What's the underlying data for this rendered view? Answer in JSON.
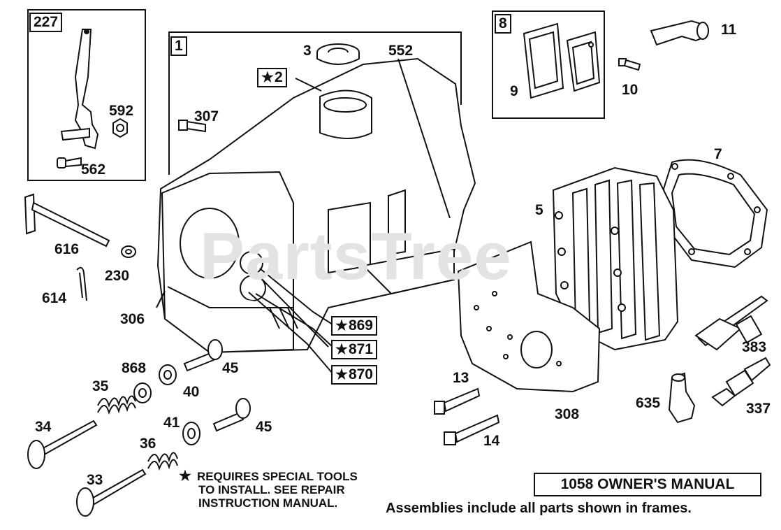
{
  "watermark": "PartsTree",
  "frames": {
    "f227": "227",
    "f1": "1",
    "f8": "8"
  },
  "parts": {
    "p3": "3",
    "p2": "2",
    "p552": "552",
    "p307": "307",
    "p592": "592",
    "p562": "562",
    "p9": "9",
    "p10": "10",
    "p11": "11",
    "p7": "7",
    "p5": "5",
    "p616": "616",
    "p230": "230",
    "p614": "614",
    "p306": "306",
    "p869": "869",
    "p871": "871",
    "p870": "870",
    "p868": "868",
    "p40": "40",
    "p45a": "45",
    "p35": "35",
    "p41": "41",
    "p45b": "45",
    "p34": "34",
    "p36": "36",
    "p33": "33",
    "p13": "13",
    "p14": "14",
    "p308": "308",
    "p383": "383",
    "p635": "635",
    "p337": "337"
  },
  "star_symbol": "★",
  "notes": {
    "line1": "REQUIRES SPECIAL TOOLS",
    "line2": "TO INSTALL.  SEE REPAIR",
    "line3": "INSTRUCTION MANUAL."
  },
  "manual_label": "1058 OWNER'S MANUAL",
  "assemblies_note": "Assemblies include all parts shown in frames."
}
